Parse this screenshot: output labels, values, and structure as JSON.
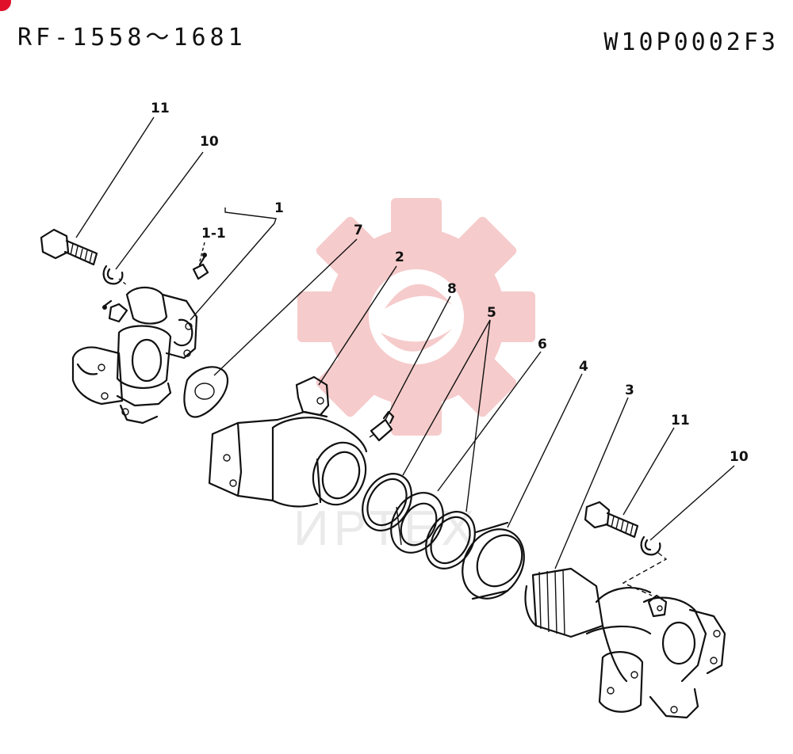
{
  "header": {
    "range_code": "RF-1558〜1681",
    "drawing_code": "W10P0002F3"
  },
  "watermark": {
    "text": "ИРТЕХ",
    "color": "#f4b8b8"
  },
  "accent_color": "#e0102a",
  "callouts": [
    {
      "id": "c11a",
      "label": "11"
    },
    {
      "id": "c10a",
      "label": "10"
    },
    {
      "id": "c1",
      "label": "1"
    },
    {
      "id": "c1-1",
      "label": "1-1"
    },
    {
      "id": "c7",
      "label": "7"
    },
    {
      "id": "c2",
      "label": "2"
    },
    {
      "id": "c8",
      "label": "8"
    },
    {
      "id": "c5",
      "label": "5"
    },
    {
      "id": "c6",
      "label": "6"
    },
    {
      "id": "c4",
      "label": "4"
    },
    {
      "id": "c3",
      "label": "3"
    },
    {
      "id": "c11b",
      "label": "11"
    },
    {
      "id": "c10b",
      "label": "10"
    }
  ]
}
